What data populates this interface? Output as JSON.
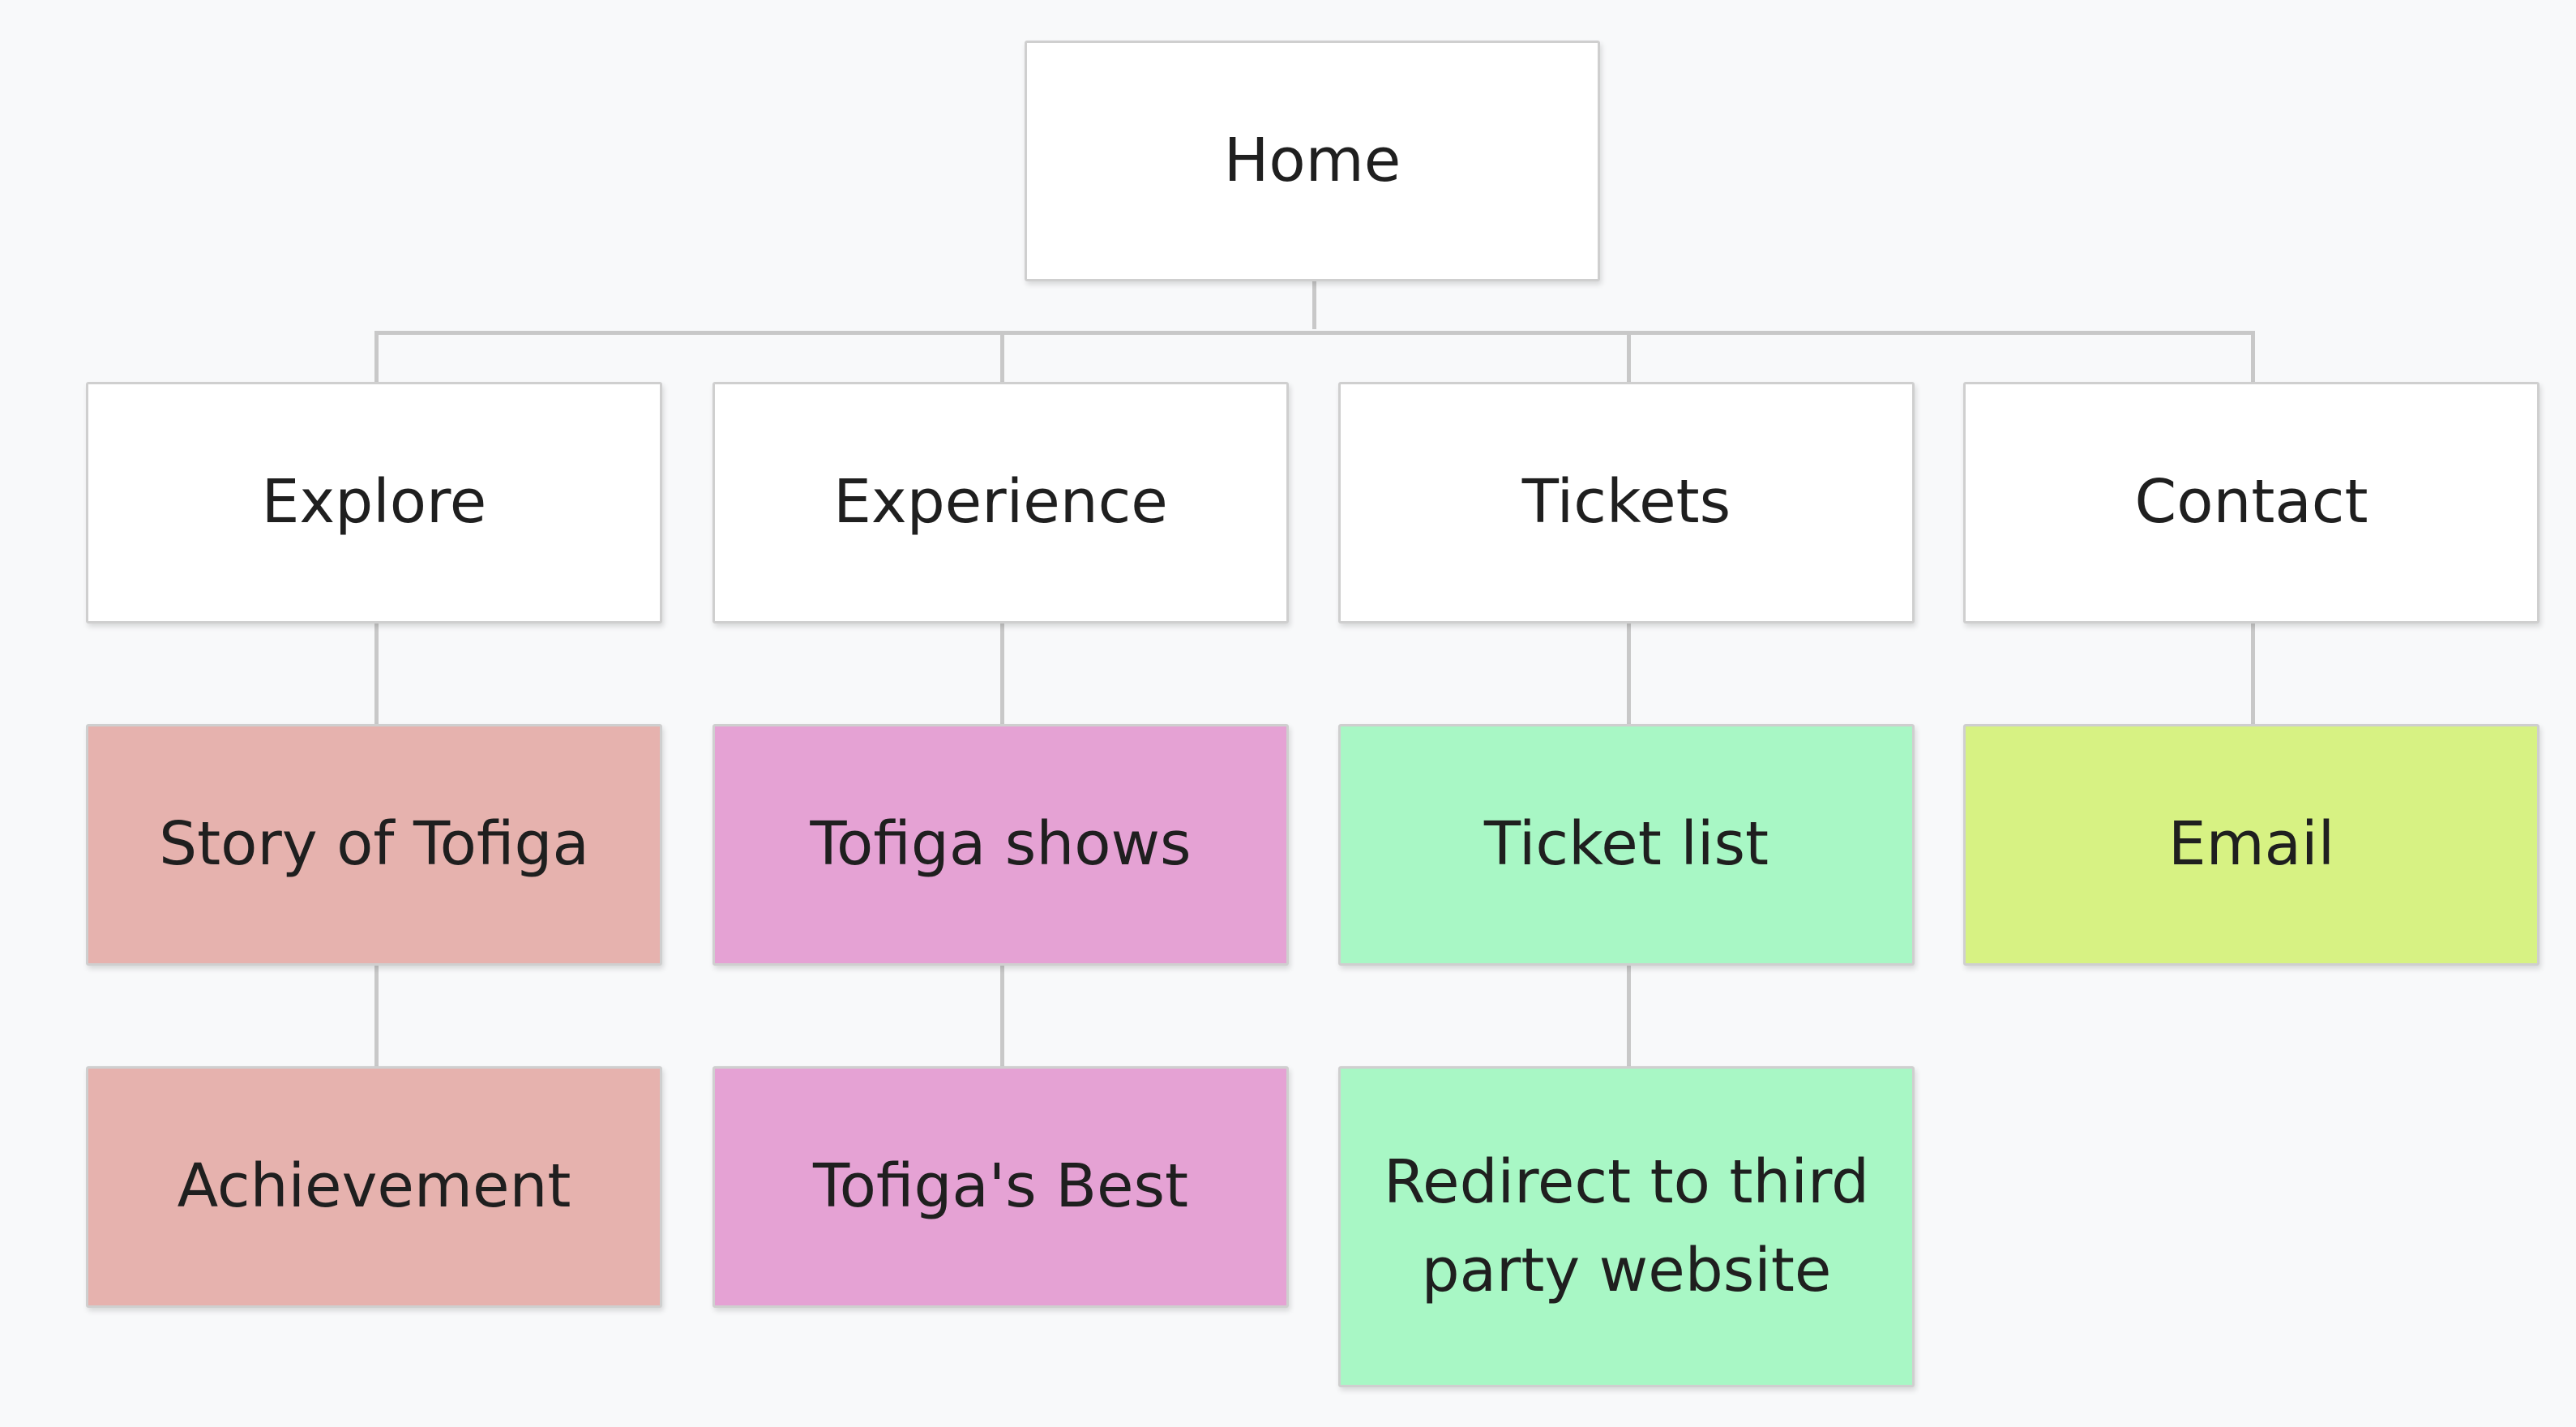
{
  "sitemap": {
    "root": {
      "label": "Home",
      "color": "#ffffff"
    },
    "sections": [
      {
        "label": "Explore",
        "color": "#ffffff",
        "child_color": "#e6b2ae",
        "children": [
          "Story of Tofiga",
          "Achievement"
        ]
      },
      {
        "label": "Experience",
        "color": "#ffffff",
        "child_color": "#e5a2d4",
        "children": [
          "Tofiga shows",
          "Tofiga's Best"
        ]
      },
      {
        "label": "Tickets",
        "color": "#ffffff",
        "child_color": "#a8f7c5",
        "children": [
          "Ticket list",
          "Redirect to third party website"
        ]
      },
      {
        "label": "Contact",
        "color": "#ffffff",
        "child_color": "#d7f283",
        "children": [
          "Email"
        ]
      }
    ]
  }
}
